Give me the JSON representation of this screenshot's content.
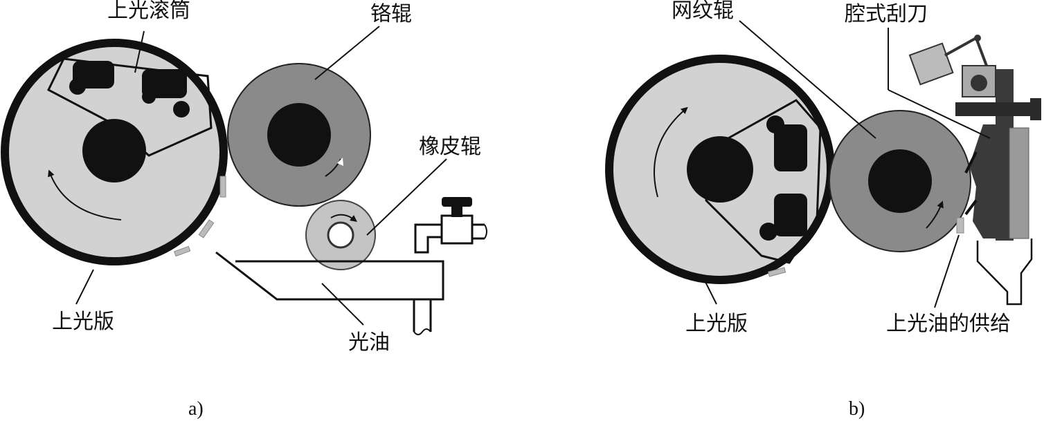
{
  "panel_a": {
    "caption": "a)",
    "labels": {
      "coating_cylinder": "上光滚筒",
      "chrome_roller": "铬辊",
      "rubber_roller": "橡皮辊",
      "coating_plate": "上光版",
      "varnish": "光油"
    }
  },
  "panel_b": {
    "caption": "b)",
    "labels": {
      "anilox_roller": "网纹辊",
      "chamber_blade": "腔式刮刀",
      "coating_plate": "上光版",
      "varnish_supply": "上光油的供给"
    }
  },
  "colors": {
    "plate_fill": "#d2d2d2",
    "roller_fill": "#8a8a8a",
    "core_fill": "#111111",
    "rubber_fill": "#c4c4c4",
    "blade_dark": "#3a3a3a",
    "blade_mid": "#9a9a9a"
  }
}
